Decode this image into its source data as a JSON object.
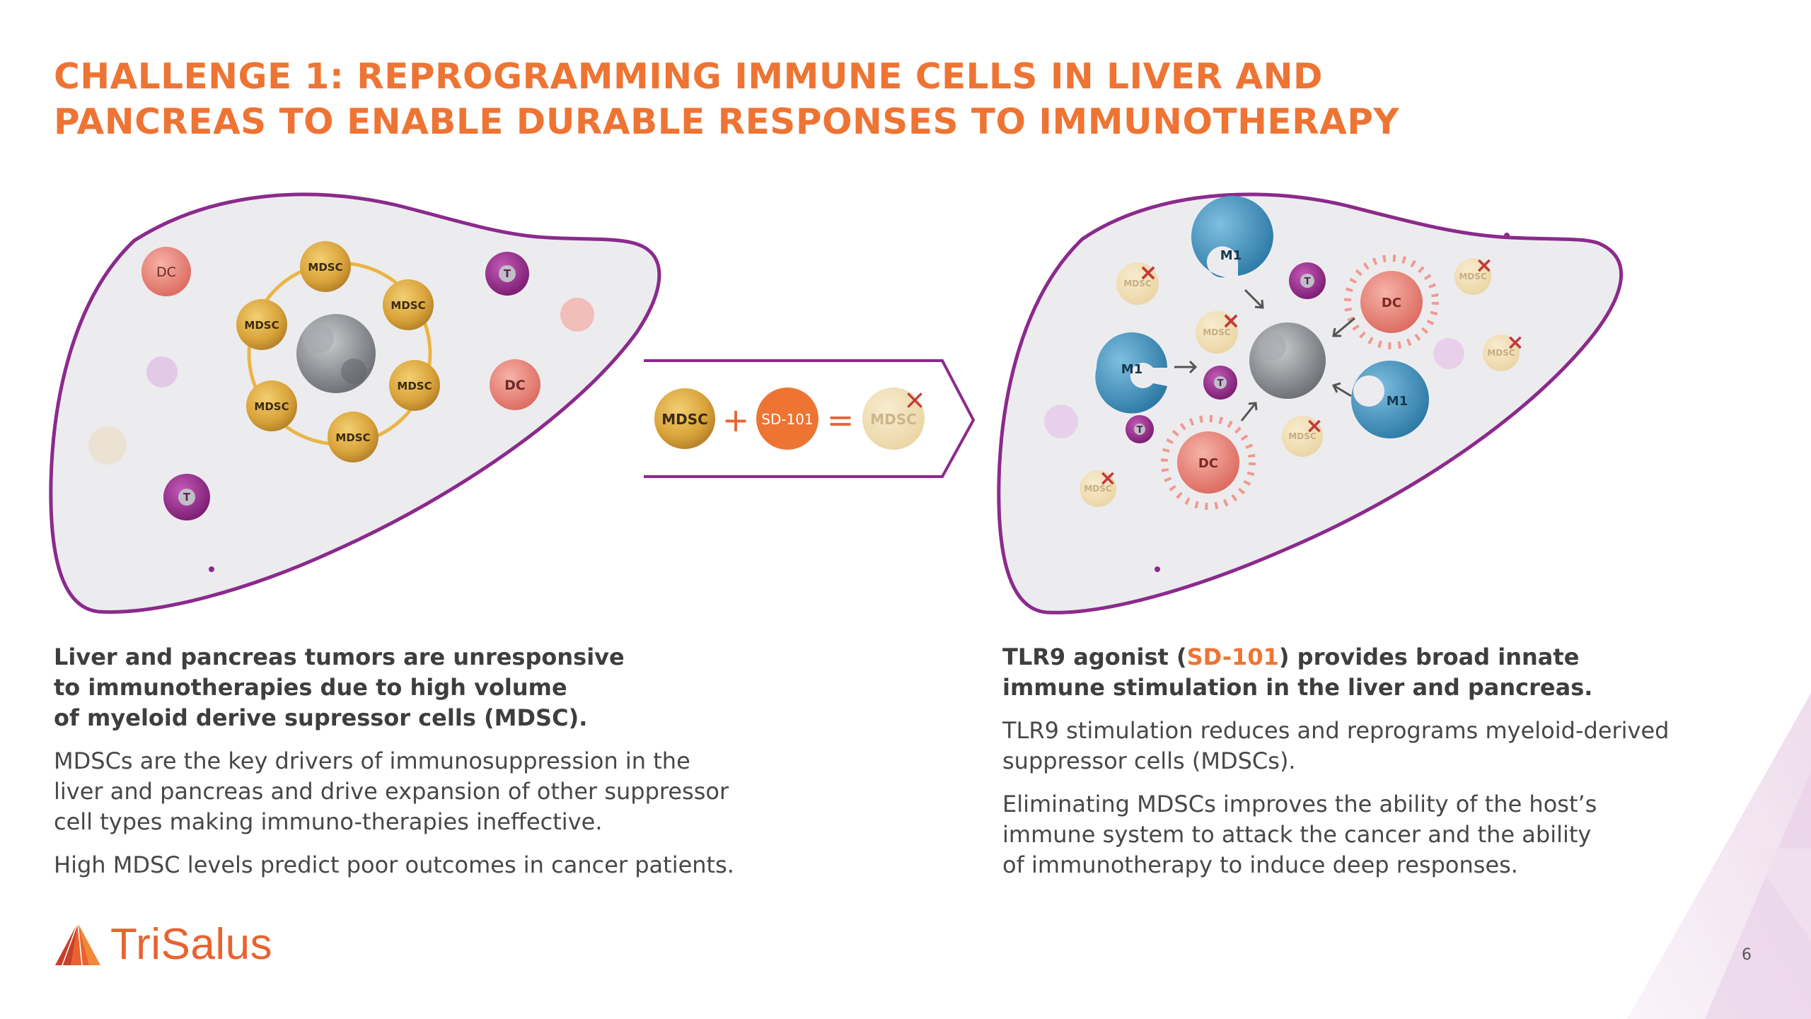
{
  "title": {
    "line1": "CHALLENGE 1: REPROGRAMMING IMMUNE CELLS IN LIVER AND",
    "line2": "PANCREAS TO ENABLE DURABLE RESPONSES TO IMMUNOTHERAPY"
  },
  "left_panel": {
    "heading_l1": "Liver and pancreas tumors are unresponsive",
    "heading_l2": "to immunotherapies due to high volume",
    "heading_l3": "of myeloid derive supressor cells (MDSC).",
    "body1_l1": "MDSCs are the key drivers of immunosuppression in the",
    "body1_l2": "liver and pancreas and drive expansion of other suppressor",
    "body1_l3": "cell types making immuno-therapies ineffective.",
    "body2": "High MDSC levels predict poor outcomes in cancer patients."
  },
  "right_panel": {
    "heading_pre": "TLR9 agonist (",
    "heading_hl": "SD-101",
    "heading_post": ") provides broad innate",
    "heading_l2": "immune stimulation in the liver and pancreas.",
    "body1_l1": "TLR9 stimulation reduces and reprograms myeloid-derived",
    "body1_l2": "suppressor cells (MDSCs).",
    "body2_l1": "Eliminating MDSCs improves the ability of the host’s",
    "body2_l2": "immune system to attack the cancer and the ability",
    "body2_l3": "of immunotherapy to induce deep responses."
  },
  "diagram": {
    "mdsc_label": "MDSC",
    "dc_label": "DC",
    "t_label": "T",
    "m1_label": "M1",
    "drug_label": "SD-101",
    "plus": "+",
    "equals": "=",
    "cross": "×"
  },
  "footer": {
    "logo_text": "TriSalus",
    "page_number": "6"
  },
  "colors": {
    "accent_orange": "#ee7434",
    "liver_outline": "#8b2a8c",
    "liver_fill": "#ececef",
    "mdsc_gold": "#d8a53c",
    "dc_pink": "#e7837a",
    "t_purple": "#9c2f8f",
    "m1_blue": "#3d8bb4"
  }
}
